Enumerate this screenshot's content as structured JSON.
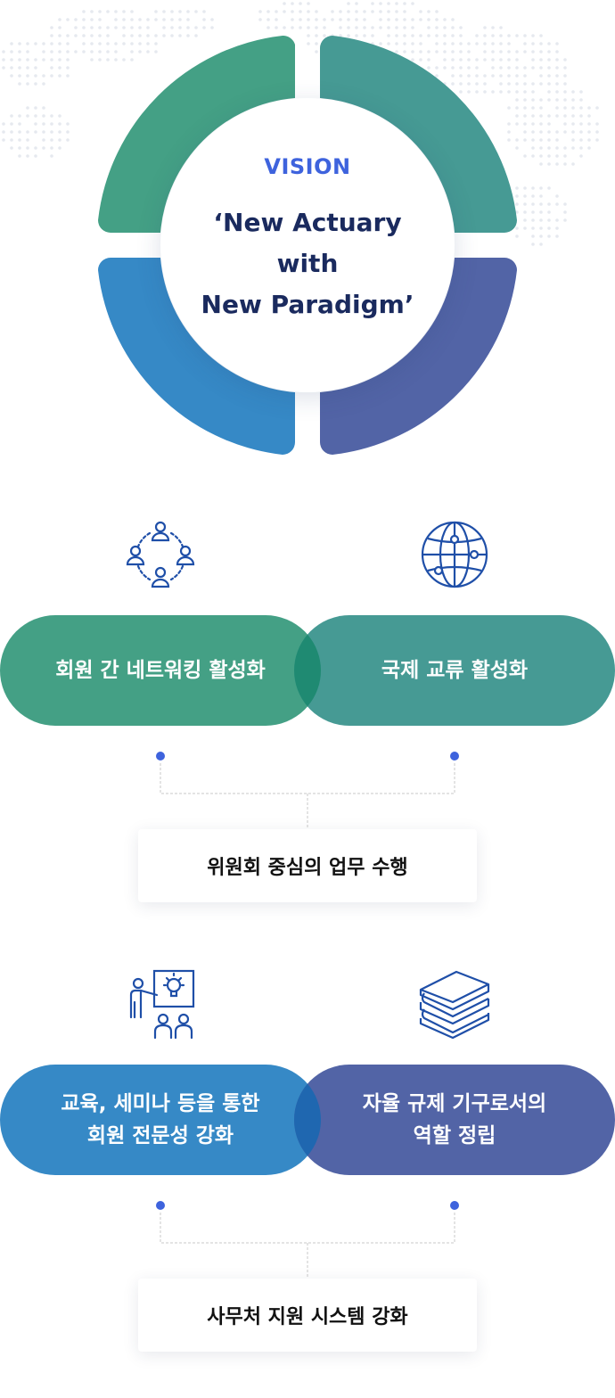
{
  "vision": {
    "label": "VISION",
    "slogan_lines": [
      "‘New Actuary",
      "with",
      "New Paradigm’"
    ]
  },
  "colors": {
    "green_dark": "#44a085",
    "teal": "#469a94",
    "blue": "#3689c6",
    "indigo": "#5264a6",
    "overlap_top": "#1f8a72",
    "overlap_bottom": "#1f67b0",
    "accent_dot": "#3e63dd",
    "icon_blue": "#1f4fa8",
    "map_dot": "#e6e9ef"
  },
  "groups": [
    {
      "left_icon": "people-network-icon",
      "right_icon": "globe-icon",
      "left_pill_lines": [
        "회원 간 네트워킹 활성화"
      ],
      "right_pill_lines": [
        "국제 교류 활성화"
      ],
      "task": "위원회 중심의 업무 수행"
    },
    {
      "left_icon": "presentation-teacher-icon",
      "right_icon": "books-stack-icon",
      "left_pill_lines": [
        "교육, 세미나 등을 통한",
        "회원 전문성 강화"
      ],
      "right_pill_lines": [
        "자율 규제 기구로서의",
        "역할 정립"
      ],
      "task": "사무처 지원 시스템 강화"
    }
  ]
}
